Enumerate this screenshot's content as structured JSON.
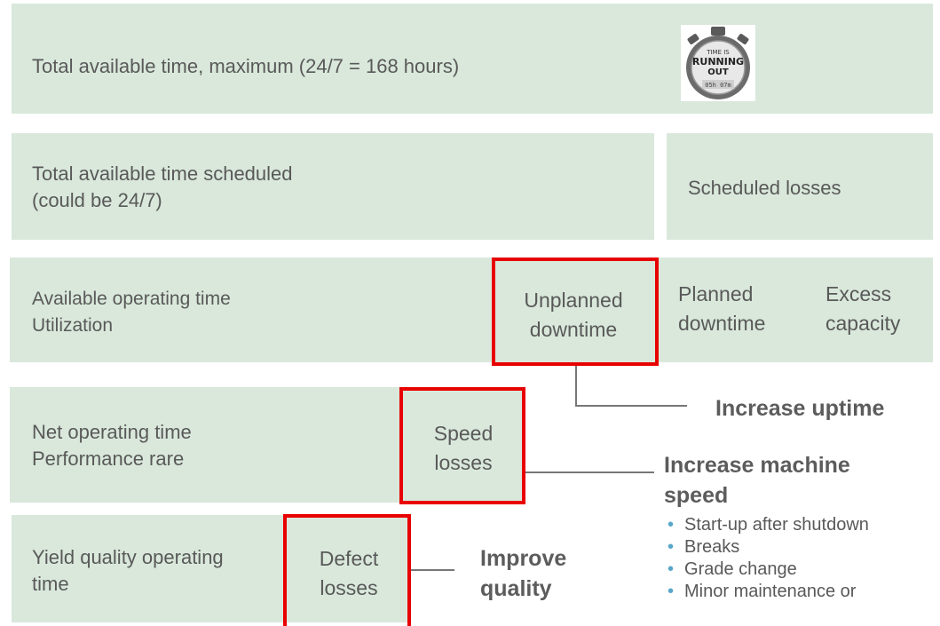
{
  "rows": {
    "r1": {
      "label": "Total available time, maximum (24/7 = 168 hours)"
    },
    "r2": {
      "lines": [
        "Total available time scheduled",
        "(could be 24/7)"
      ],
      "side": "Scheduled losses"
    },
    "r3": {
      "lines": [
        "Available operating time",
        "Utilization"
      ],
      "unplanned": [
        "Unplanned",
        "downtime"
      ],
      "planned": [
        "Planned",
        "downtime"
      ],
      "excess": [
        "Excess",
        "capacity"
      ]
    },
    "r4": {
      "lines": [
        "Net operating time",
        "Performance rare"
      ],
      "speed": [
        "Speed",
        "losses"
      ]
    },
    "r5": {
      "lines": [
        "Yield quality operating",
        "time"
      ],
      "defect": [
        "Defect",
        "losses"
      ]
    }
  },
  "callouts": {
    "uptime": "Increase uptime",
    "speed": [
      "Increase machine",
      "speed"
    ],
    "quality": [
      "Improve",
      "quality"
    ]
  },
  "speed_bullets": [
    "Start-up after shutdown",
    "Breaks",
    "Grade change",
    "Minor maintenance or"
  ],
  "stopwatch": {
    "lines": [
      "TIME IS",
      "RUNNING",
      "OUT"
    ],
    "readout": "05h 07m",
    "icon": "stopwatch-icon"
  },
  "colors": {
    "box": "#d9e8db",
    "highlight": "#e80000",
    "text": "#595959",
    "bullet": "#58a6c9"
  }
}
